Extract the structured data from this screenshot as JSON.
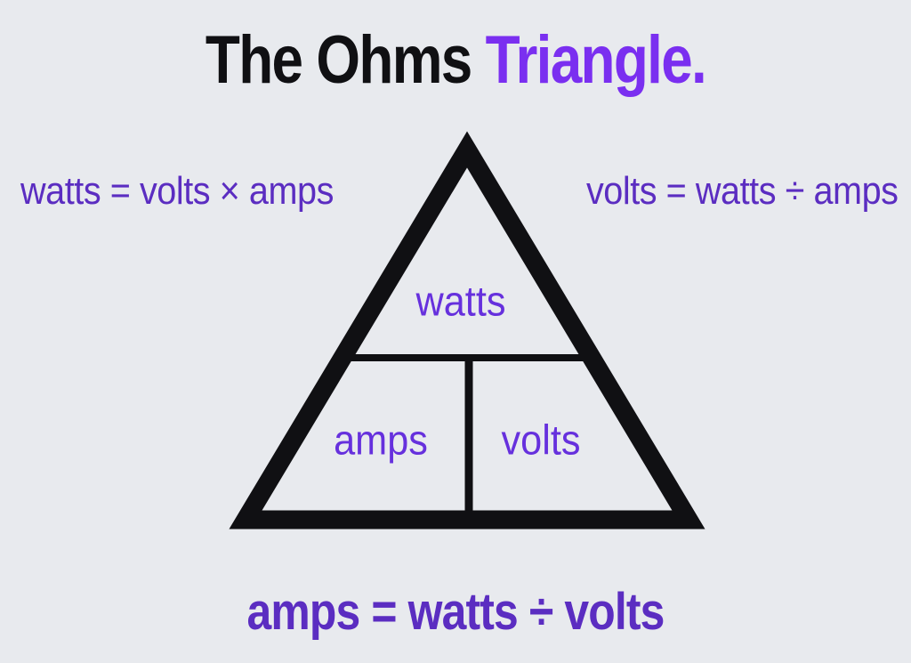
{
  "title": {
    "main": "The Ohms ",
    "accent": "Triangle."
  },
  "formulas": {
    "left": "watts = volts × amps",
    "right": "volts = watts ÷ amps",
    "bottom": "amps = watts ÷ volts"
  },
  "triangle": {
    "top_label": "watts",
    "bottom_left_label": "amps",
    "bottom_right_label": "volts"
  },
  "colors": {
    "background": "#E8EAEE",
    "ink": "#101013",
    "title_accent": "#7A2FF0",
    "formula_purple": "#5B2DC1",
    "label_purple": "#6630DD"
  }
}
